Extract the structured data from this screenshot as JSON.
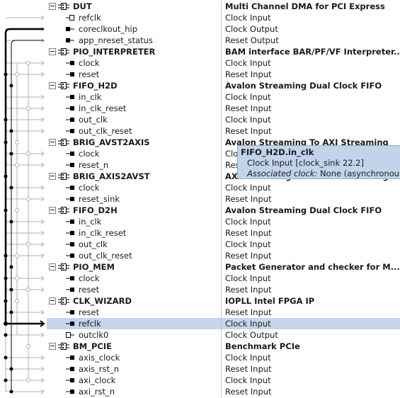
{
  "components": [
    {
      "name": "DUT",
      "description": "Multi Channel DMA for PCI Express",
      "ports": [
        {
          "name": "refclk",
          "description": "Clock Input",
          "icon": "open-input-port-icon"
        },
        {
          "name": "coreclkout_hip",
          "description": "Clock Output",
          "icon": "output-port-icon"
        },
        {
          "name": "app_nreset_status",
          "description": "Reset Output",
          "icon": "output-port-icon"
        }
      ]
    },
    {
      "name": "PIO_INTERPRETER",
      "description": "BAM interface BAR/PF/VF Interpreter...",
      "ports": [
        {
          "name": "clock",
          "description": "Clock Input",
          "icon": "input-port-icon"
        },
        {
          "name": "reset",
          "description": "Reset Input",
          "icon": "input-port-icon"
        }
      ]
    },
    {
      "name": "FIFO_H2D",
      "description": "Avalon Streaming Dual Clock FIFO",
      "ports": [
        {
          "name": "in_clk",
          "description": "Clock Input",
          "icon": "input-port-icon"
        },
        {
          "name": "in_clk_reset",
          "description": "Reset Input",
          "icon": "input-port-icon"
        },
        {
          "name": "out_clk",
          "description": "Clock Input",
          "icon": "input-port-icon"
        },
        {
          "name": "out_clk_reset",
          "description": "Reset Input",
          "icon": "input-port-icon"
        }
      ]
    },
    {
      "name": "BRIG_AVST2AXIS",
      "description": "Avalon Streaming To AXI Streaming",
      "ports": [
        {
          "name": "clock",
          "description": "Clock Input",
          "icon": "input-port-icon"
        },
        {
          "name": "reset_n",
          "description": "Reset Input",
          "icon": "input-port-icon"
        }
      ]
    },
    {
      "name": "BRIG_AXIS2AVST",
      "description": "AXI Streaming To Avalon Streaming",
      "ports": [
        {
          "name": "clock",
          "description": "Clock Input",
          "icon": "input-port-icon"
        },
        {
          "name": "reset_sink",
          "description": "Reset Input",
          "icon": "input-port-icon"
        }
      ]
    },
    {
      "name": "FIFO_D2H",
      "description": "Avalon Streaming Dual Clock FIFO",
      "ports": [
        {
          "name": "in_clk",
          "description": "Clock Input",
          "icon": "input-port-icon"
        },
        {
          "name": "in_clk_reset",
          "description": "Reset Input",
          "icon": "input-port-icon"
        },
        {
          "name": "out_clk",
          "description": "Clock Input",
          "icon": "input-port-icon"
        },
        {
          "name": "out_clk_reset",
          "description": "Reset Input",
          "icon": "input-port-icon"
        }
      ]
    },
    {
      "name": "PIO_MEM",
      "description": "Packet Generator and checker for M...",
      "ports": [
        {
          "name": "clock",
          "description": "Clock Input",
          "icon": "input-port-icon"
        },
        {
          "name": "reset",
          "description": "Reset Input",
          "icon": "input-port-icon"
        }
      ]
    },
    {
      "name": "CLK_WIZARD",
      "description": "IOPLL Intel FPGA IP",
      "ports": [
        {
          "name": "reset",
          "description": "Reset Input",
          "icon": "input-port-icon"
        },
        {
          "name": "refclk",
          "description": "Clock Input",
          "icon": "input-port-icon",
          "selected": true
        },
        {
          "name": "outclk0",
          "description": "Clock Output",
          "icon": "open-output-port-icon"
        }
      ]
    },
    {
      "name": "BM_PCIE",
      "description": "Benchmark PCIe",
      "ports": [
        {
          "name": "axis_clock",
          "description": "Clock Input",
          "icon": "input-port-icon"
        },
        {
          "name": "axis_rst_n",
          "description": "Reset Input",
          "icon": "input-port-icon"
        },
        {
          "name": "axi_clock",
          "description": "Clock Input",
          "icon": "input-port-icon"
        },
        {
          "name": "axi_rst_n",
          "description": "Reset Input",
          "icon": "input-port-icon"
        }
      ]
    }
  ],
  "tooltip": {
    "title": "FIFO_H2D.in_clk",
    "detail": "Clock Input [clock_sink 22.2]",
    "assoc_label": "Associated clock:",
    "assoc_value": "None (asynchronous)"
  },
  "colors": {
    "selection": "#c5d5ea",
    "tooltip_bg": "#c1d4ec",
    "grid_line": "#c8c8c8",
    "active_wire": "#000000",
    "inactive_wire": "#b0b0b0"
  }
}
